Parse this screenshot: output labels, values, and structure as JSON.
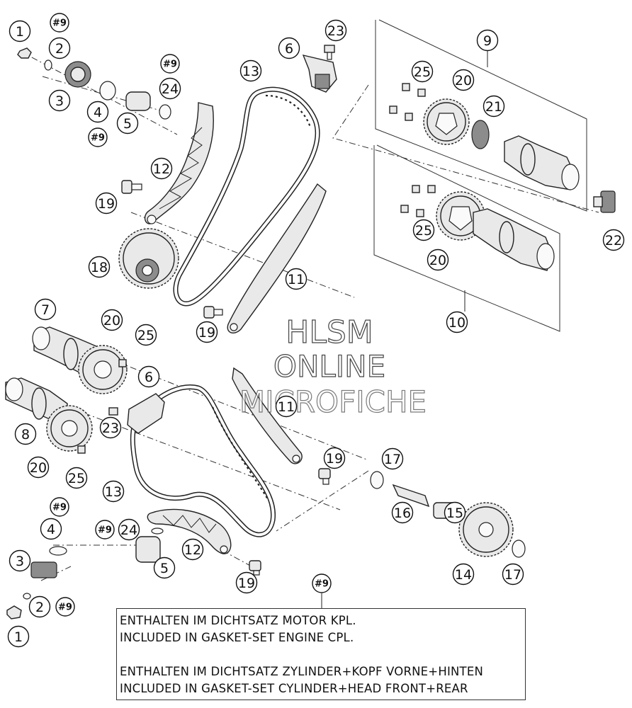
{
  "watermark": {
    "line1": "HLSM",
    "line2": "ONLINE",
    "line3": "MICROFICHE"
  },
  "callouts": [
    {
      "id": "c1a",
      "text": "1"
    },
    {
      "id": "c2a",
      "text": "2"
    },
    {
      "id": "c3a",
      "text": "3"
    },
    {
      "id": "c4a",
      "text": "4"
    },
    {
      "id": "c5a",
      "text": "5"
    },
    {
      "id": "c6a",
      "text": "6"
    },
    {
      "id": "c9a",
      "text": "#9"
    },
    {
      "id": "c9b",
      "text": "#9"
    },
    {
      "id": "c9c",
      "text": "#9"
    },
    {
      "id": "c9d",
      "text": "#9"
    },
    {
      "id": "c9e",
      "text": "#9"
    },
    {
      "id": "c9f",
      "text": "#9"
    },
    {
      "id": "c9g",
      "text": "#9"
    },
    {
      "id": "c9box",
      "text": "9"
    },
    {
      "id": "c10",
      "text": "10"
    },
    {
      "id": "c11a",
      "text": "11"
    },
    {
      "id": "c11b",
      "text": "11"
    },
    {
      "id": "c12a",
      "text": "12"
    },
    {
      "id": "c12b",
      "text": "12"
    },
    {
      "id": "c13a",
      "text": "13"
    },
    {
      "id": "c13b",
      "text": "13"
    },
    {
      "id": "c14",
      "text": "14"
    },
    {
      "id": "c15",
      "text": "15"
    },
    {
      "id": "c16",
      "text": "16"
    },
    {
      "id": "c17a",
      "text": "17"
    },
    {
      "id": "c17b",
      "text": "17"
    },
    {
      "id": "c18",
      "text": "18"
    },
    {
      "id": "c19a",
      "text": "19"
    },
    {
      "id": "c19b",
      "text": "19"
    },
    {
      "id": "c19c",
      "text": "19"
    },
    {
      "id": "c19d",
      "text": "19"
    },
    {
      "id": "c20a",
      "text": "20"
    },
    {
      "id": "c20b",
      "text": "20"
    },
    {
      "id": "c20c",
      "text": "20"
    },
    {
      "id": "c20d",
      "text": "20"
    },
    {
      "id": "c21",
      "text": "21"
    },
    {
      "id": "c22",
      "text": "22"
    },
    {
      "id": "c23a",
      "text": "23"
    },
    {
      "id": "c23b",
      "text": "23"
    },
    {
      "id": "c24a",
      "text": "24"
    },
    {
      "id": "c24b",
      "text": "24"
    },
    {
      "id": "c25a",
      "text": "25"
    },
    {
      "id": "c25b",
      "text": "25"
    },
    {
      "id": "c25c",
      "text": "25"
    },
    {
      "id": "c25d",
      "text": "25"
    },
    {
      "id": "c7",
      "text": "7"
    },
    {
      "id": "c8",
      "text": "8"
    },
    {
      "id": "c1b",
      "text": "1"
    },
    {
      "id": "c2b",
      "text": "2"
    },
    {
      "id": "c3b",
      "text": "3"
    },
    {
      "id": "c4b",
      "text": "4"
    },
    {
      "id": "c5b",
      "text": "5"
    },
    {
      "id": "c6b",
      "text": "6"
    },
    {
      "id": "c9note",
      "text": "#9"
    }
  ],
  "note": {
    "line1": "ENTHALTEN IM DICHTSATZ MOTOR KPL.",
    "line2": "INCLUDED IN GASKET-SET ENGINE CPL.",
    "line3": "ENTHALTEN IM DICHTSATZ ZYLINDER+KOPF VORNE+HINTEN",
    "line4": "INCLUDED IN GASKET-SET CYLINDER+HEAD FRONT+REAR"
  }
}
